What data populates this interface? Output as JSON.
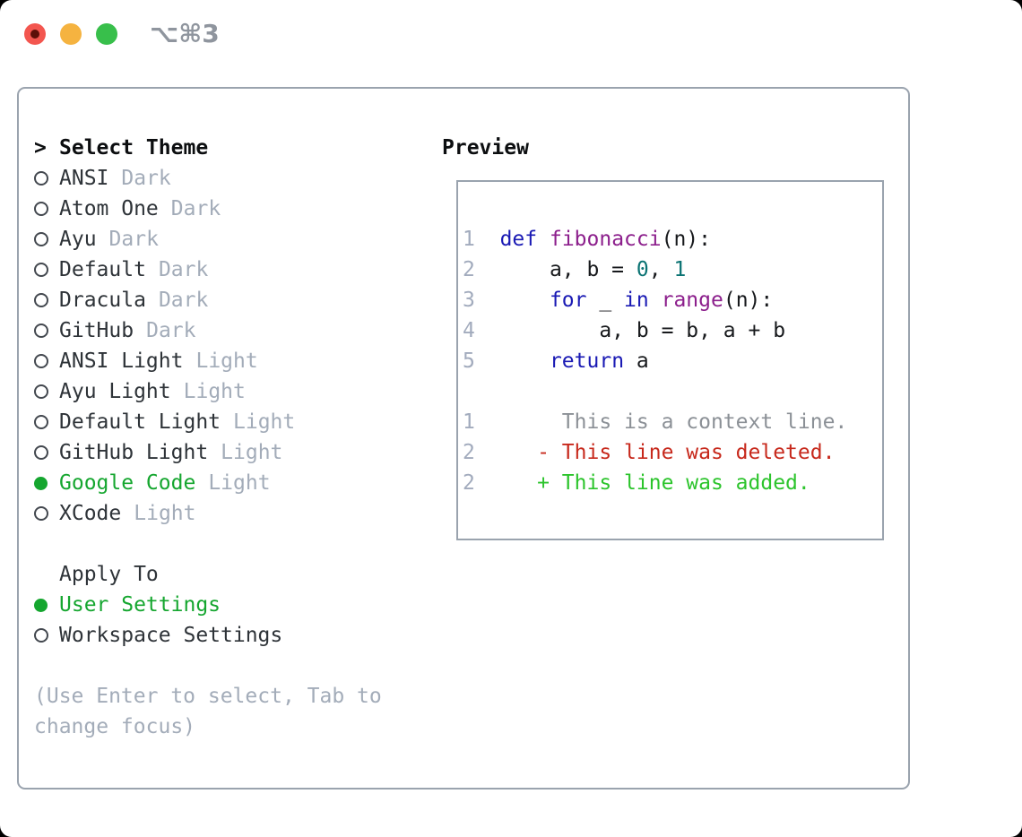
{
  "window": {
    "title_shortcut": "⌥⌘3"
  },
  "traffic_lights": {
    "close_color": "#f3564f",
    "close_inner_dot_color": "#5c0f08",
    "minimize_color": "#f5b340",
    "zoom_color": "#38bf4b"
  },
  "icons": {
    "selected-radio-icon": "●",
    "radio-icon": "○",
    "header_marker": ">"
  },
  "theme_panel": {
    "header": "Select Theme",
    "header_marker": ">",
    "items": [
      {
        "name": "ANSI",
        "variant": "Dark",
        "selected": false
      },
      {
        "name": "Atom One",
        "variant": "Dark",
        "selected": false
      },
      {
        "name": "Ayu",
        "variant": "Dark",
        "selected": false
      },
      {
        "name": "Default",
        "variant": "Dark",
        "selected": false
      },
      {
        "name": "Dracula",
        "variant": "Dark",
        "selected": false
      },
      {
        "name": "GitHub",
        "variant": "Dark",
        "selected": false
      },
      {
        "name": "ANSI Light",
        "variant": "Light",
        "selected": false
      },
      {
        "name": "Ayu Light",
        "variant": "Light",
        "selected": false
      },
      {
        "name": "Default Light",
        "variant": "Light",
        "selected": false
      },
      {
        "name": "GitHub Light",
        "variant": "Light",
        "selected": false
      },
      {
        "name": "Google Code",
        "variant": "Light",
        "selected": true
      },
      {
        "name": "XCode",
        "variant": "Light",
        "selected": false
      }
    ],
    "apply_to": {
      "header": "Apply To",
      "options": [
        {
          "name": "User Settings",
          "selected": true
        },
        {
          "name": "Workspace Settings",
          "selected": false
        }
      ]
    },
    "hint_lines": [
      "(Use Enter to select, Tab to",
      "change focus)"
    ]
  },
  "preview": {
    "header": "Preview",
    "code_lines": [
      [
        {
          "t": "1",
          "c": "num"
        },
        {
          "t": "  ",
          "c": "pln"
        },
        {
          "t": "def",
          "c": "kw"
        },
        {
          "t": " ",
          "c": "pln"
        },
        {
          "t": "fibonacci",
          "c": "fn"
        },
        {
          "t": "(n):",
          "c": "pln"
        }
      ],
      [
        {
          "t": "2",
          "c": "num"
        },
        {
          "t": "      a, b = ",
          "c": "pln"
        },
        {
          "t": "0",
          "c": "lit"
        },
        {
          "t": ", ",
          "c": "pln"
        },
        {
          "t": "1",
          "c": "lit"
        }
      ],
      [
        {
          "t": "3",
          "c": "num"
        },
        {
          "t": "      ",
          "c": "pln"
        },
        {
          "t": "for",
          "c": "kw"
        },
        {
          "t": " _ ",
          "c": "pln"
        },
        {
          "t": "in",
          "c": "kw"
        },
        {
          "t": " ",
          "c": "pln"
        },
        {
          "t": "range",
          "c": "fn"
        },
        {
          "t": "(n):",
          "c": "pln"
        }
      ],
      [
        {
          "t": "4",
          "c": "num"
        },
        {
          "t": "          a, b = b, a + b",
          "c": "pln"
        }
      ],
      [
        {
          "t": "5",
          "c": "num"
        },
        {
          "t": "      ",
          "c": "pln"
        },
        {
          "t": "return",
          "c": "kw"
        },
        {
          "t": " a",
          "c": "pln"
        }
      ],
      [],
      [
        {
          "t": "1",
          "c": "num"
        },
        {
          "t": "       This is a context line.",
          "c": "ctx"
        }
      ],
      [
        {
          "t": "2",
          "c": "num"
        },
        {
          "t": "     ",
          "c": "pln"
        },
        {
          "t": "- This line was deleted.",
          "c": "del"
        }
      ],
      [
        {
          "t": "2",
          "c": "num"
        },
        {
          "t": "     ",
          "c": "pln"
        },
        {
          "t": "+ This line was added.",
          "c": "add"
        }
      ]
    ]
  },
  "colors": {
    "selected_green": "#15a62f",
    "muted_gray": "#a3acb9",
    "item_text": "#2e3338",
    "panel_border": "#9aa3ae",
    "keyword_blue": "#1a1ab4",
    "function_purple": "#8c1f8c",
    "literal_teal": "#0b7373",
    "line_number_gray": "#a2abbd",
    "context_gray": "#8b9096",
    "deleted_red": "#c7291c",
    "added_green": "#2cc42c",
    "title_gray": "#8f959e"
  }
}
